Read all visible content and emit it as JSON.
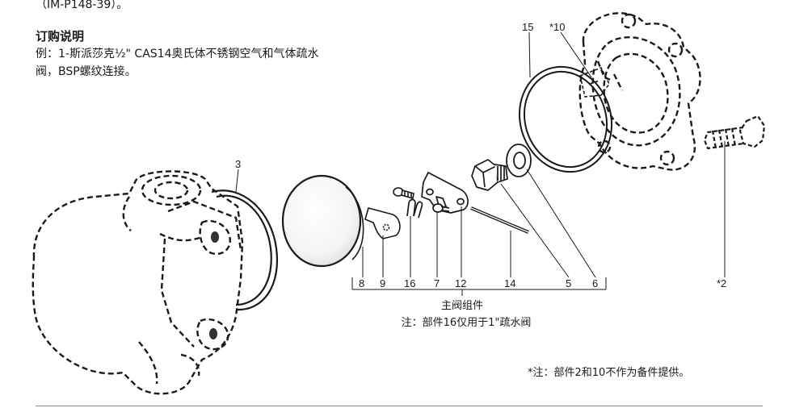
{
  "text": {
    "ref": "（IM-P148-39）。",
    "order_heading": "订购说明",
    "example_line_1": "例：1-斯派莎克½\" CAS14奥氏体不锈钢空气和气体疏水",
    "example_line_2": "阀，BSP螺纹连接。"
  },
  "callouts": {
    "c15": "15",
    "c10": "*10",
    "c3": "3",
    "c2": "*2",
    "c8": "8",
    "c9": "9",
    "c16": "16",
    "c7": "7",
    "c12": "12",
    "c14": "14",
    "c5": "5",
    "c6": "6"
  },
  "captions": {
    "main_valve": "主阀组件",
    "note_part16": "注：部件16仅用于1\"疏水阀",
    "note_spares": "*注：部件2和10不作为备件提供。"
  }
}
